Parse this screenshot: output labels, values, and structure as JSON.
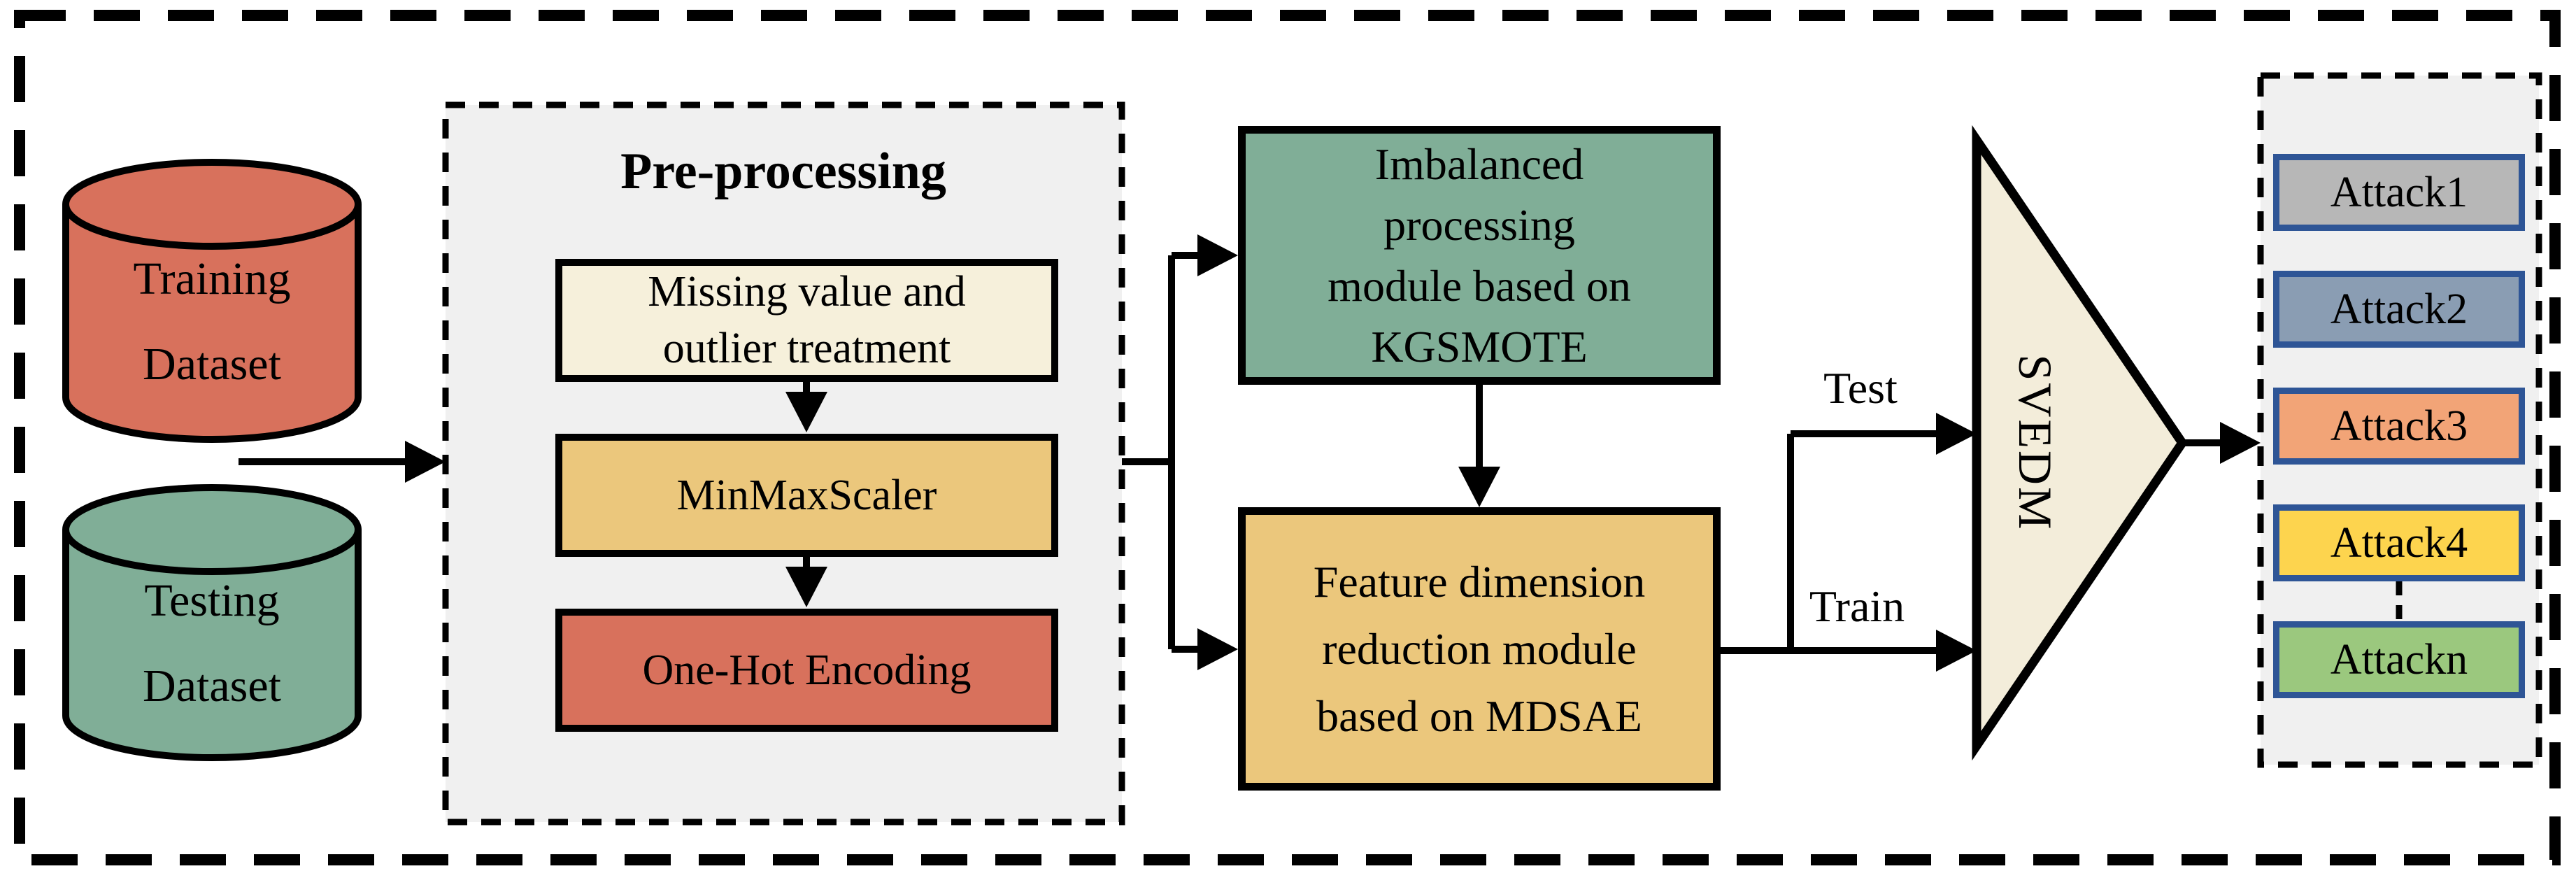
{
  "figure": {
    "datasets": {
      "training": "Training\nDataset",
      "testing": "Testing\nDataset"
    },
    "preprocessing": {
      "title": "Pre-processing",
      "steps": [
        "Missing value and\noutlier treatment",
        "MinMaxScaler",
        "One-Hot Encoding"
      ]
    },
    "modules": {
      "imbalance": "Imbalanced\nprocessing\nmodule based on\nKGSMOTE",
      "feature": "Feature dimension\nreduction module\nbased on MDSAE"
    },
    "flows": {
      "test": "Test",
      "train": "Train"
    },
    "classifier": "SVEDM",
    "outputs": [
      {
        "label": "Attack1",
        "color": "#B7B7B7"
      },
      {
        "label": "Attack2",
        "color": "#8A9DB3"
      },
      {
        "label": "Attack3",
        "color": "#F2A477"
      },
      {
        "label": "Attack4",
        "color": "#FDD44E"
      },
      {
        "label": "Attackn",
        "color": "#9BC87E"
      }
    ],
    "colors": {
      "salmon": "#D8715C",
      "sage_green": "#80AE97",
      "tan": "#EBC77C",
      "cream_box": "#F6F0DB",
      "cream_triangle": "#F3EDDA",
      "panel_gray": "#F0F0F0",
      "attack_border_blue": "#2E5596",
      "line_black": "#000000"
    }
  }
}
